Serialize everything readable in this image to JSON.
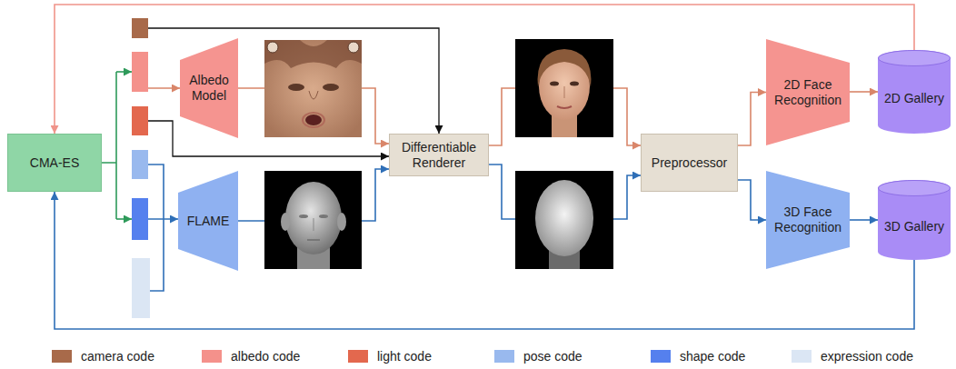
{
  "diagram": {
    "nodes": [
      {
        "text": [
          "CMA-ES"
        ]
      },
      {
        "text": [
          "Albedo Model"
        ]
      },
      {
        "text": [
          "FLAME"
        ]
      },
      {
        "text": [
          "Differentiable Renderer"
        ]
      },
      {
        "text": [
          "Preprocessor"
        ]
      },
      {
        "text": [
          "2D Face Recognition"
        ]
      },
      {
        "text": [
          "2D Gallery"
        ]
      },
      {
        "text": [
          "3D Face Recognition"
        ]
      },
      {
        "text": [
          "3D Gallery"
        ]
      }
    ],
    "edges": [
      {
        "from": 1,
        "to": 3,
        "arrow": "to"
      },
      {
        "from": 2,
        "to": 3,
        "arrow": "to"
      },
      {
        "from": 3,
        "to": 4,
        "arrow": "to"
      },
      {
        "from": 3,
        "to": 4,
        "arrow": "to"
      },
      {
        "from": 4,
        "to": 5,
        "arrow": "to"
      },
      {
        "from": 4,
        "to": 7,
        "arrow": "to"
      },
      {
        "from": 5,
        "to": 6,
        "arrow": "to"
      },
      {
        "from": 7,
        "to": 8,
        "arrow": "to"
      },
      {
        "from": 6,
        "to": 0,
        "arrow": "to"
      },
      {
        "from": 8,
        "to": 0,
        "arrow": "to"
      }
    ],
    "legend": [
      {
        "text": "camera code",
        "color": "#a86a4a"
      },
      {
        "text": "albedo code",
        "color": "#f4918b"
      },
      {
        "text": "light code",
        "color": "#e3684e"
      },
      {
        "text": "pose code",
        "color": "#99b9ee"
      },
      {
        "text": "shape code",
        "color": "#5580ee"
      },
      {
        "text": "expression code",
        "color": "#dbe6f4"
      }
    ]
  }
}
